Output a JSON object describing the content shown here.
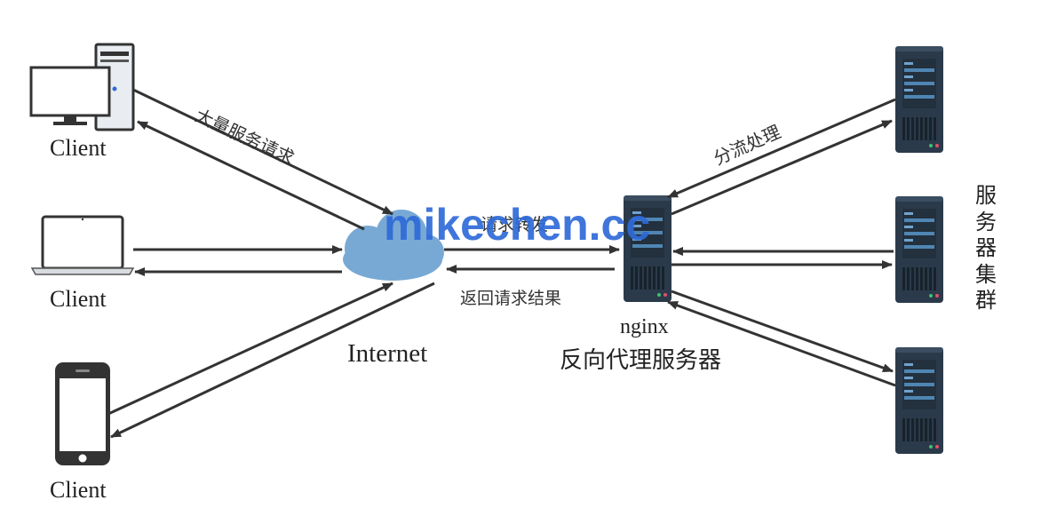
{
  "clients": [
    {
      "label": "Client",
      "device": "desktop-computer-icon"
    },
    {
      "label": "Client",
      "device": "laptop-icon"
    },
    {
      "label": "Client",
      "device": "smartphone-icon"
    }
  ],
  "internet": {
    "label": "Internet",
    "icon": "cloud-icon",
    "color": "#78a9d4"
  },
  "nginx": {
    "name": "nginx",
    "title": "反向代理服务器",
    "icon": "server-icon"
  },
  "server_cluster": {
    "label_chars": [
      "服",
      "务",
      "器",
      "集",
      "群"
    ],
    "server_count": 3
  },
  "annotations": {
    "massive_requests": "大量服务请求",
    "forward_request": "请求转发",
    "return_result": "返回请求结果",
    "load_distribution": "分流处理"
  },
  "watermark": "mikechen.cc",
  "colors": {
    "arrow": "#333333",
    "server_body": "#2b3a4a",
    "server_panel": "#4f86b3",
    "watermark": "#2f6bd8"
  }
}
